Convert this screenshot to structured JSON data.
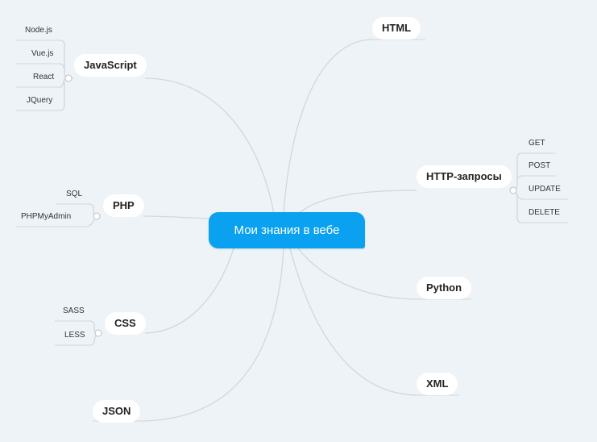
{
  "colors": {
    "background": "#eef3f8",
    "root": "#0aa2f0",
    "connector": "#d2d7dd",
    "node": "#ffffff"
  },
  "root": {
    "label": "Мои знания в вебе"
  },
  "topics": {
    "html": {
      "label": "HTML"
    },
    "javascript": {
      "label": "JavaScript",
      "children": [
        "Node.js",
        "Vue.js",
        "React",
        "JQuery"
      ]
    },
    "php": {
      "label": "PHP",
      "children": [
        "SQL",
        "PHPMyAdmin"
      ]
    },
    "css": {
      "label": "CSS",
      "children": [
        "SASS",
        "LESS"
      ]
    },
    "json": {
      "label": "JSON"
    },
    "http": {
      "label": "HTTP-запросы",
      "children": [
        "GET",
        "POST",
        "UPDATE",
        "DELETE"
      ]
    },
    "python": {
      "label": "Python"
    },
    "xml": {
      "label": "XML"
    }
  }
}
